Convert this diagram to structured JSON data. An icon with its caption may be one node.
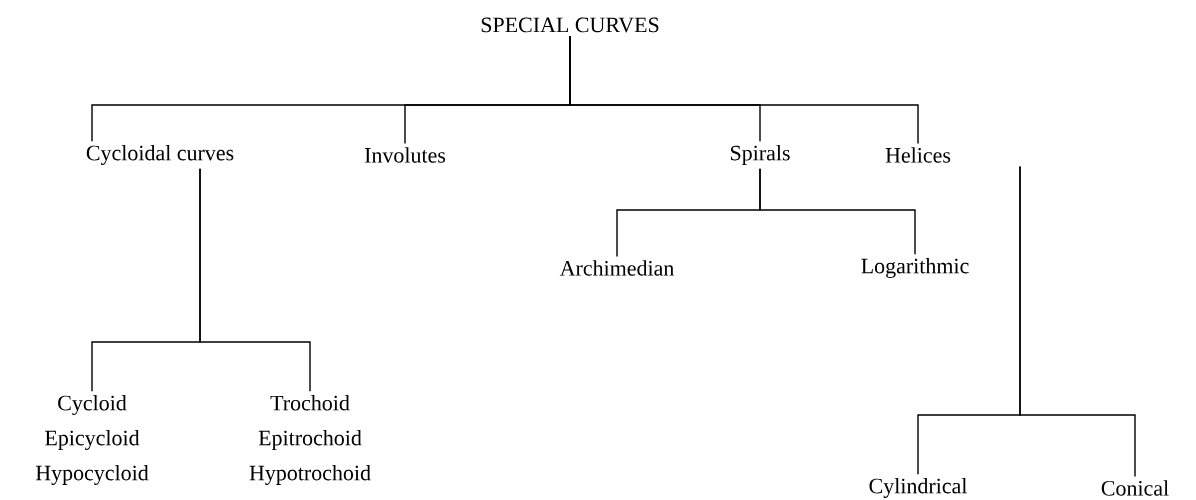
{
  "diagram": {
    "nodes": [
      {
        "text": [
          "SPECIAL CURVES"
        ]
      },
      {
        "text": [
          "Cycloidal curves"
        ]
      },
      {
        "text": [
          "Involutes"
        ]
      },
      {
        "text": [
          "Spirals"
        ]
      },
      {
        "text": [
          "Helices"
        ]
      },
      {
        "text": [
          "Cycloid",
          "Epicycloid",
          "Hypocycloid"
        ]
      },
      {
        "text": [
          "Trochoid",
          "Epitrochoid",
          "Hypotrochoid"
        ]
      },
      {
        "text": [
          "Archimedian"
        ]
      },
      {
        "text": [
          "Logarithmic"
        ]
      },
      {
        "text": [
          "Cylindrical"
        ]
      },
      {
        "text": [
          "Conical"
        ]
      }
    ],
    "edges": [
      {
        "from": 0,
        "to": 1,
        "arrow": "none"
      },
      {
        "from": 0,
        "to": 2,
        "arrow": "none"
      },
      {
        "from": 0,
        "to": 3,
        "arrow": "none"
      },
      {
        "from": 0,
        "to": 4,
        "arrow": "none"
      },
      {
        "from": 1,
        "to": 5,
        "arrow": "none"
      },
      {
        "from": 1,
        "to": 6,
        "arrow": "none"
      },
      {
        "from": 3,
        "to": 7,
        "arrow": "none"
      },
      {
        "from": 3,
        "to": 8,
        "arrow": "none"
      },
      {
        "from": 4,
        "to": 9,
        "arrow": "none"
      },
      {
        "from": 4,
        "to": 10,
        "arrow": "none"
      }
    ]
  }
}
